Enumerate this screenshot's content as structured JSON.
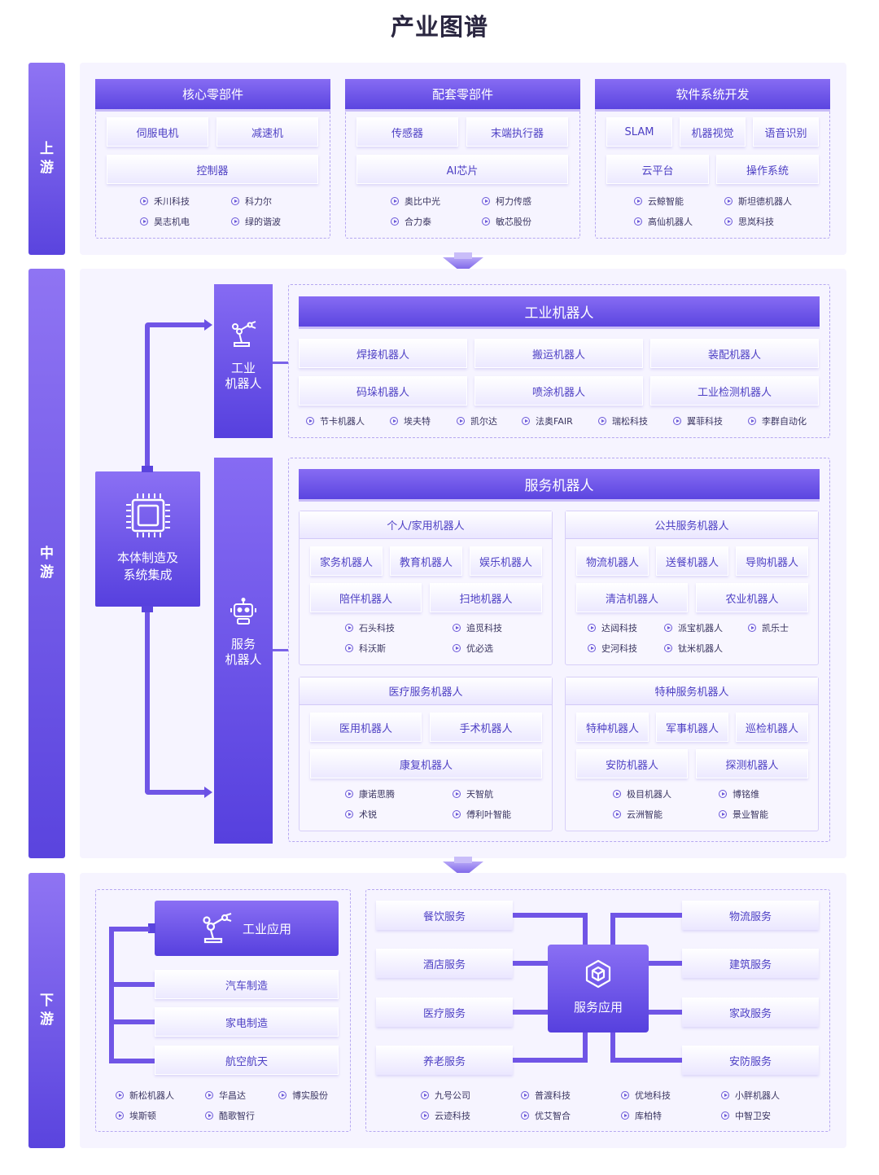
{
  "title": "产业图谱",
  "colors": {
    "accent": "#5b45e0",
    "accent_light": "#8a6ff4",
    "panel_bg": "#f6f4ff"
  },
  "stages": {
    "upstream": "上游",
    "midstream": "中游",
    "downstream": "下游"
  },
  "upstream": {
    "core": {
      "title": "核心零部件",
      "items": [
        "伺服电机",
        "减速机",
        "控制器"
      ],
      "companies": [
        "禾川科技",
        "科力尔",
        "昊志机电",
        "绿的谐波"
      ]
    },
    "supporting": {
      "title": "配套零部件",
      "items": [
        "传感器",
        "末端执行器",
        "AI芯片"
      ],
      "companies": [
        "奥比中光",
        "柯力传感",
        "合力泰",
        "敏芯股份"
      ]
    },
    "software": {
      "title": "软件系统开发",
      "items": [
        "SLAM",
        "机器视觉",
        "语音识别",
        "云平台",
        "操作系统"
      ],
      "companies": [
        "云鲸智能",
        "斯坦德机器人",
        "高仙机器人",
        "思岚科技"
      ]
    }
  },
  "midstream": {
    "body": {
      "line1": "本体制造及",
      "line2": "系统集成",
      "icon": "chip-icon"
    },
    "industrial_bar": {
      "line1": "工业",
      "line2": "机器人",
      "icon": "robot-arm-icon"
    },
    "service_bar": {
      "line1": "服务",
      "line2": "机器人",
      "icon": "robot-head-icon"
    },
    "industrial": {
      "title": "工业机器人",
      "items": [
        "焊接机器人",
        "搬运机器人",
        "装配机器人",
        "码垛机器人",
        "喷涂机器人",
        "工业检测机器人"
      ],
      "companies": [
        "节卡机器人",
        "埃夫特",
        "凯尔达",
        "法奥FAIR",
        "瑞松科技",
        "翼菲科技",
        "李群自动化"
      ]
    },
    "service": {
      "title": "服务机器人",
      "personal": {
        "title": "个人/家用机器人",
        "items": [
          "家务机器人",
          "教育机器人",
          "娱乐机器人",
          "陪伴机器人",
          "扫地机器人"
        ],
        "companies": [
          "石头科技",
          "追觅科技",
          "科沃斯",
          "优必选"
        ]
      },
      "public": {
        "title": "公共服务机器人",
        "items": [
          "物流机器人",
          "送餐机器人",
          "导购机器人",
          "清洁机器人",
          "农业机器人"
        ],
        "companies": [
          "达闼科技",
          "派宝机器人",
          "凯乐士",
          "史河科技",
          "钛米机器人"
        ]
      },
      "medical": {
        "title": "医疗服务机器人",
        "items": [
          "医用机器人",
          "手术机器人",
          "康复机器人"
        ],
        "companies": [
          "康诺思腾",
          "天智航",
          "术锐",
          "傅利叶智能"
        ]
      },
      "special": {
        "title": "特种服务机器人",
        "items": [
          "特种机器人",
          "军事机器人",
          "巡检机器人",
          "安防机器人",
          "探测机器人"
        ],
        "companies": [
          "极目机器人",
          "博铭维",
          "云洲智能",
          "景业智能"
        ]
      }
    }
  },
  "downstream": {
    "industrial_app": {
      "title": "工业应用",
      "icon": "robot-arm-icon",
      "items": [
        "汽车制造",
        "家电制造",
        "航空航天"
      ],
      "companies": [
        "新松机器人",
        "华昌达",
        "博实股份",
        "埃斯顿",
        "酷歌智行"
      ]
    },
    "service_app": {
      "title": "服务应用",
      "icon": "cube-icon",
      "left": [
        "餐饮服务",
        "酒店服务",
        "医疗服务",
        "养老服务"
      ],
      "right": [
        "物流服务",
        "建筑服务",
        "家政服务",
        "安防服务"
      ],
      "companies": [
        "九号公司",
        "普渡科技",
        "优地科技",
        "小胖机器人",
        "云迹科技",
        "优艾智合",
        "库柏特",
        "中智卫安"
      ]
    }
  }
}
